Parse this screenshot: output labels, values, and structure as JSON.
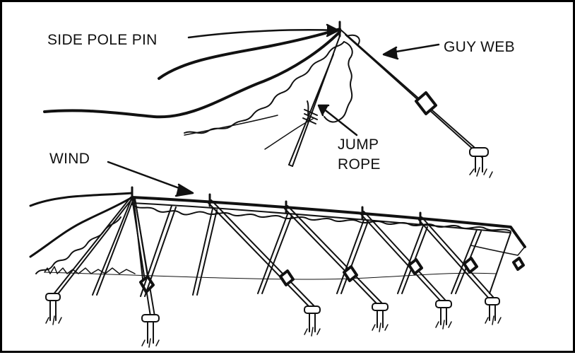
{
  "labels": {
    "side_pole_pin": "SIDE POLE PIN",
    "guy_web": "GUY WEB",
    "jump_rope_line1": "JUMP",
    "jump_rope_line2": "ROPE",
    "wind": "WIND"
  },
  "colors": {
    "ink": "#111111",
    "border": "#000000",
    "background": "#ffffff"
  }
}
